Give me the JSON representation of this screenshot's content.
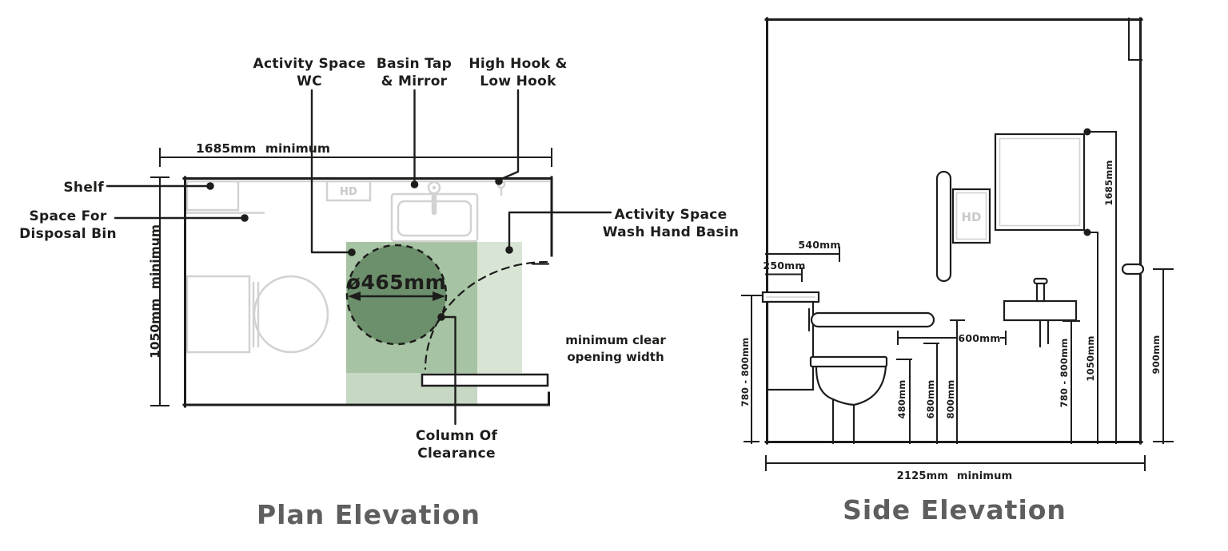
{
  "colors": {
    "line_dark": "#1d1d1b",
    "fixture_gray": "#d2d2d2",
    "title_gray": "#5e5e5e",
    "activity_space_overlap": "#a6c3a3",
    "activity_space_wc": "#c7d8c4",
    "activity_space_whb": "#d8e5d5",
    "turning_circle": "#6d906c"
  },
  "plan": {
    "title": "Plan Elevation",
    "width_dim": "1685mm minimum",
    "depth_dim": "1050mm minimum",
    "turning_circle_dim": "ø465mm",
    "hand_dryer": "HD",
    "callouts": {
      "activity_space_wc": [
        "Activity Space",
        "WC"
      ],
      "basin_tap_mirror": [
        "Basin Tap",
        "& Mirror"
      ],
      "high_low_hook": [
        "High Hook &",
        "Low Hook"
      ],
      "shelf": "Shelf",
      "disposal_bin": [
        "Space For",
        "Disposal Bin"
      ],
      "activity_space_whb": [
        "Activity Space",
        "Wash Hand Basin"
      ],
      "min_clear_opening": [
        "minimum clear",
        "opening width"
      ],
      "column_of_clearance": [
        "Column Of",
        "Clearance"
      ]
    }
  },
  "side": {
    "title": "Side Elevation",
    "width_dim": "2125mm minimum",
    "hand_dryer": "HD",
    "dims": {
      "shelf_depth": "540mm",
      "cistern_depth": "250mm",
      "cistern_height": "780 - 800mm",
      "seat_height": "480mm",
      "horizontal_rail_height": "680mm",
      "vertical_rail_height": "800mm",
      "wc_to_basin": "600mm",
      "basin_height": "780 - 800mm",
      "mirror_bottom_height": "1050mm",
      "mirror_top_height": "1685mm",
      "hook_height": "900mm"
    }
  }
}
